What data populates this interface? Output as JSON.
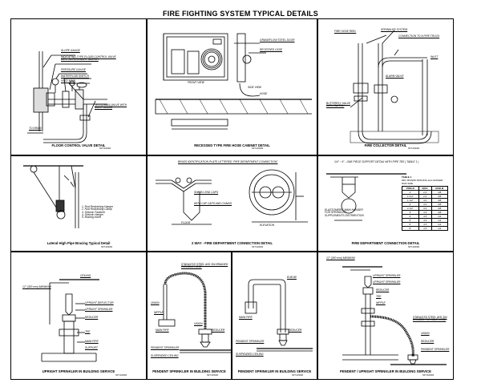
{
  "page_title": "FIRE FIGHTING SYSTEM TYPICAL DETAILS",
  "details": {
    "floor_control": {
      "caption": "FLOOR CONTROL VALVE DETAIL",
      "ref": "NFT-023/R4",
      "labels": [
        "SLOPE GAUGE",
        "INDICATING TYPE FLOOR CONTROL VALVE WITH SUPERVISORY SWITCH",
        "PRESSURE GAUGE",
        "WATERFLOW SWITCH",
        "FEED MAIN",
        "TEST/DRAIN VALVE WITH SIGHT GLASS",
        "TO DRAIN"
      ]
    },
    "hose_cabinet": {
      "caption": "RECESSED TYPE FIRE HOSE CABINET DETAIL",
      "ref": "NFT-023/R4",
      "labels": [
        "GRANDFLOW STEEL DOOR",
        "RECESSED CASE",
        "FRONT VIEW",
        "SIDE VIEW",
        "HOSE"
      ]
    },
    "fire_collector": {
      "caption": "FIRE COLLECTOR DETAIL",
      "ref": "NFT-023/R4",
      "labels": [
        "FIRE HOSE REEL",
        "SPRINKLER SYSTEM",
        "CONNECTION TO A FIRE TRUCK",
        "INLET",
        "ALARM VALVE",
        "BUTTERFLY VALVE WITH SWITCH"
      ]
    },
    "lateral_bracing": {
      "caption": "Lateral High Pipe Bracing Typical Detail",
      "ref": "NFT-023/R4",
      "legend": [
        "1. Rod Restraining Hanger",
        "2. Rod Restraining Clamp",
        "3. Seismic Fastener",
        "4. Seismic Hanger",
        "5. Bracing Insert"
      ]
    },
    "fd_connection_2way": {
      "caption": "2 WAY - FIRE DEPARTMENT CONNECTION DETAIL",
      "ref": "NFT-023/R4",
      "labels": [
        "BRASS IDENTIFICATION PLATE LETTERED \"FIRE DEPARTMENT CONNECTION\"",
        "SWIVEL END CAPS",
        "WITH CAP CAPS AND CHAINS",
        "FLOOR",
        "ELEVATION"
      ]
    },
    "fd_connection": {
      "caption": "FIRE DEPARTMENT CONNECTION DETAIL",
      "ref": "NFT-023/R4",
      "labels": [
        "1/4\" ~ 6\" - ONE PIECE SUPPORT DETAIL WITH PIPE TEE ( TABLE 1 )",
        "ELASTOMERIC MAIN HANGER FOR SPRINKLER SUPPLEMENTS DISTRIBUTION"
      ],
      "table_title": "TABLE 1",
      "table_note": "MIN. BOARD SPACING and HANGER ROD SIZE",
      "table_head": [
        "PIPE Ø",
        "DIST.",
        "ROD Ø"
      ],
      "table_rows": [
        [
          "1\"",
          "2.4",
          "3/8"
        ],
        [
          "1 1/4\"",
          "2.4",
          "3/8"
        ],
        [
          "1 1/2\"",
          "3.0",
          "3/8"
        ],
        [
          "2\"",
          "3.0",
          "3/8"
        ],
        [
          "2 1/2\"",
          "3.6",
          "3/8"
        ],
        [
          "3\"",
          "3.6",
          "3/8"
        ],
        [
          "4\"",
          "4.5",
          "1/2"
        ],
        [
          "5\"",
          "4.5",
          "1/2"
        ],
        [
          "6\"",
          "4.5",
          "1/2"
        ],
        [
          "8\"",
          "4.5",
          "1/2"
        ]
      ]
    },
    "upright_sprinkler": {
      "caption": "UPRIGHT SPRINKLER IN BUILDING SERVICE",
      "ref": "NFT-023/R4",
      "labels": [
        "CEILING",
        "12\" (300 mm) MINIMUM",
        "UPRIGHT DEFLECTOR",
        "UPRIGHT SPRINKLER",
        "REDUCER",
        "TEE",
        "MAIN PIPE",
        "SUPPORT"
      ]
    },
    "pendent_flexible": {
      "caption": "PENDENT SPRINKLER IN BUILDING SERVICE",
      "ref": "NFT-023/R4",
      "labels": [
        "STAINLESS STEEL AISI 304 BRAIDED FLEXIBLE HOSE",
        "UNION",
        "NIPPLE",
        "MAIN PIPE",
        "UNION",
        "REDUCER",
        "PENDENT SPRINKLER",
        "SUSPENDED CEILING"
      ]
    },
    "pendent_elbow": {
      "caption": "PENDENT SPRINKLER IN BUILDING SERVICE",
      "ref": "NFT-023/R4",
      "labels": [
        "ELBOW",
        "MAIN PIPE",
        "REDUCER",
        "PENDENT SPRINKLER",
        "SUSPENDED CEILING"
      ]
    },
    "pendent_upright": {
      "caption": "PENDENT / UPRIGHT SPRINKLER IN BUILDING SERVICE",
      "ref": "NFT-023/R4",
      "labels": [
        "12\" (300 mm) MINIMUM",
        "UPRIGHT SPRINKLER",
        "UPRIGHT SPRINKLER",
        "REDUCER",
        "TEE",
        "NIPPLE",
        "STAINLESS STEEL AISI 304 BRAIDED FLEXIBLE HOSE",
        "UNION",
        "REDUCER",
        "PENDENT SPRINKLER"
      ]
    }
  }
}
